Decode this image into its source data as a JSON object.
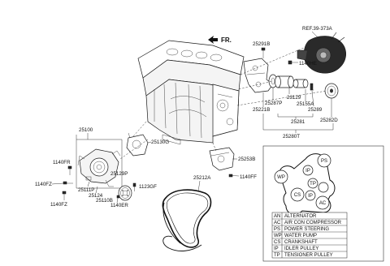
{
  "ref_label": "REF.39-373A",
  "front_label": "FR.",
  "part_labels": {
    "p25291B": "25291B",
    "p1140HE": "1140HE",
    "p25287P": "25287P",
    "p23129": "23129",
    "p25155A": "25155A",
    "p25221B": "25221B",
    "p25289": "25289",
    "p25281": "25281",
    "p25282D": "25282D",
    "p25280T": "25280T",
    "p25100": "25100",
    "p25130G": "25130G",
    "p1140FR": "1140FR",
    "p1140FZ_a": "1140FZ",
    "p25111P": "25111P",
    "p25124": "25124",
    "p25110B": "25110B",
    "p1140FZ_b": "1140FZ",
    "p25129P": "25129P",
    "p1123GF": "1123GF",
    "p1140ER": "1140ER",
    "p25253B": "25253B",
    "p1140FF": "1140FF",
    "p25212A": "25212A"
  },
  "belt_pulleys": {
    "PS": "PS",
    "WP": "WP",
    "IP_top": "IP",
    "TP": "TP",
    "IP_bottom": "IP",
    "CS": "CS",
    "AC": "AC"
  },
  "legend": [
    {
      "code": "AN",
      "name": "ALTERNATOR"
    },
    {
      "code": "AC",
      "name": "AIR CON COMPRESSOR"
    },
    {
      "code": "PS",
      "name": "POWER STEERING"
    },
    {
      "code": "WP",
      "name": "WATER PUMP"
    },
    {
      "code": "CS",
      "name": "CRANKSHAFT"
    },
    {
      "code": "IP",
      "name": "IDLER PULLEY"
    },
    {
      "code": "TP",
      "name": "TENSIONER PULLEY"
    }
  ]
}
